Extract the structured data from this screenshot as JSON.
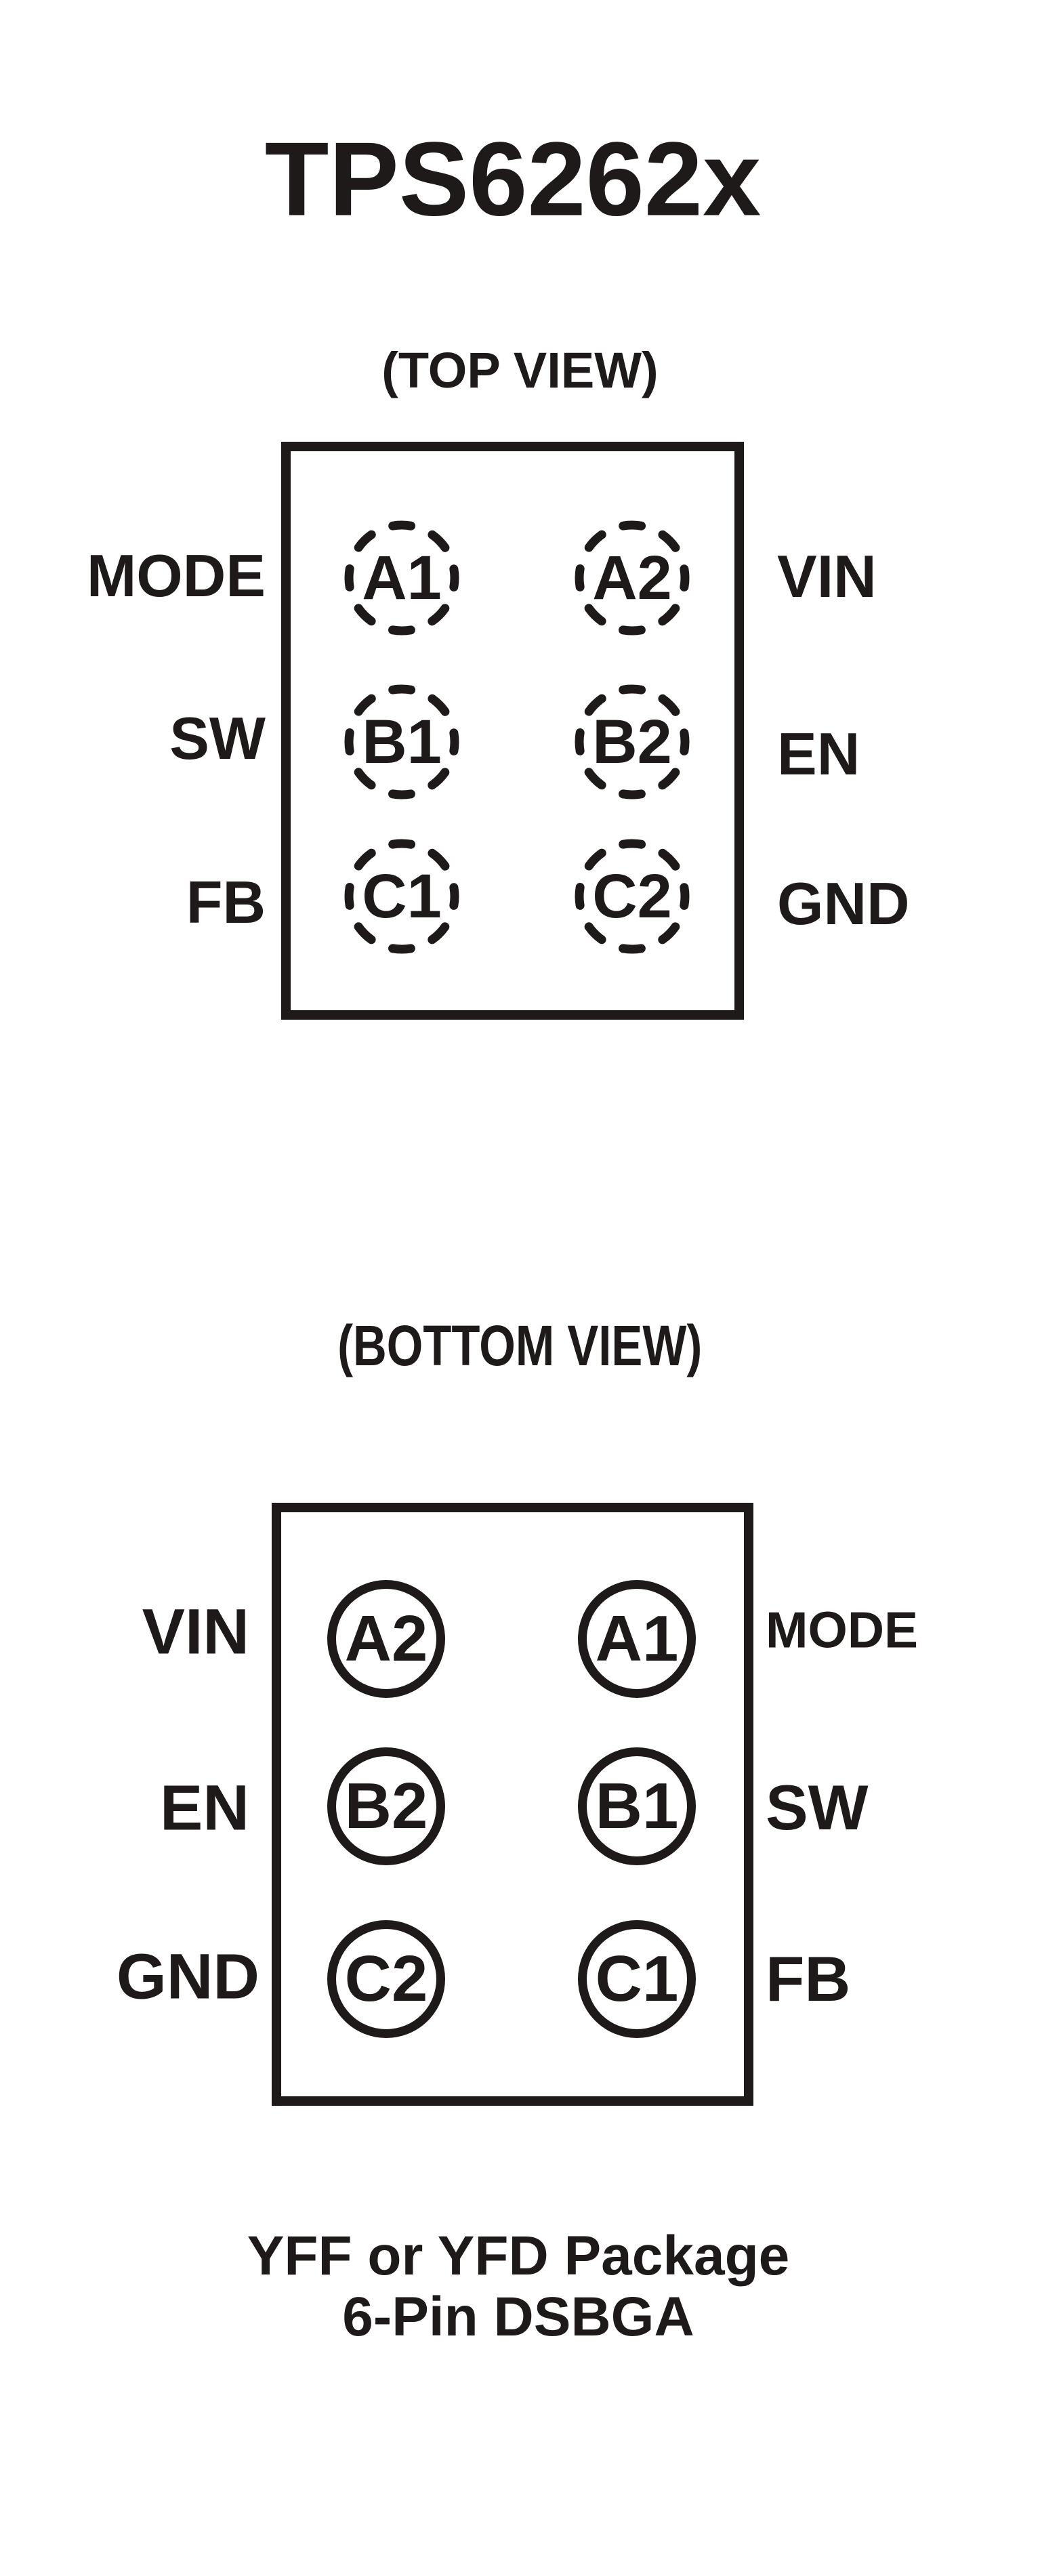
{
  "ink": "#1e1a1a",
  "title": "TPS6262x",
  "top_view": {
    "caption": "(TOP VIEW)",
    "pins": [
      "A1",
      "A2",
      "B1",
      "B2",
      "C1",
      "C2"
    ],
    "left_labels": [
      "MODE",
      "SW",
      "FB"
    ],
    "right_labels": [
      "VIN",
      "EN",
      "GND"
    ]
  },
  "bottom_view": {
    "caption": "(BOTTOM VIEW)",
    "pins": [
      "A2",
      "A1",
      "B2",
      "B1",
      "C2",
      "C1"
    ],
    "left_labels": [
      "VIN",
      "EN",
      "GND"
    ],
    "right_labels": [
      "MODE",
      "SW",
      "FB"
    ]
  },
  "package_note": {
    "line1": "YFF or YFD Package",
    "line2": "6-Pin DSBGA"
  }
}
